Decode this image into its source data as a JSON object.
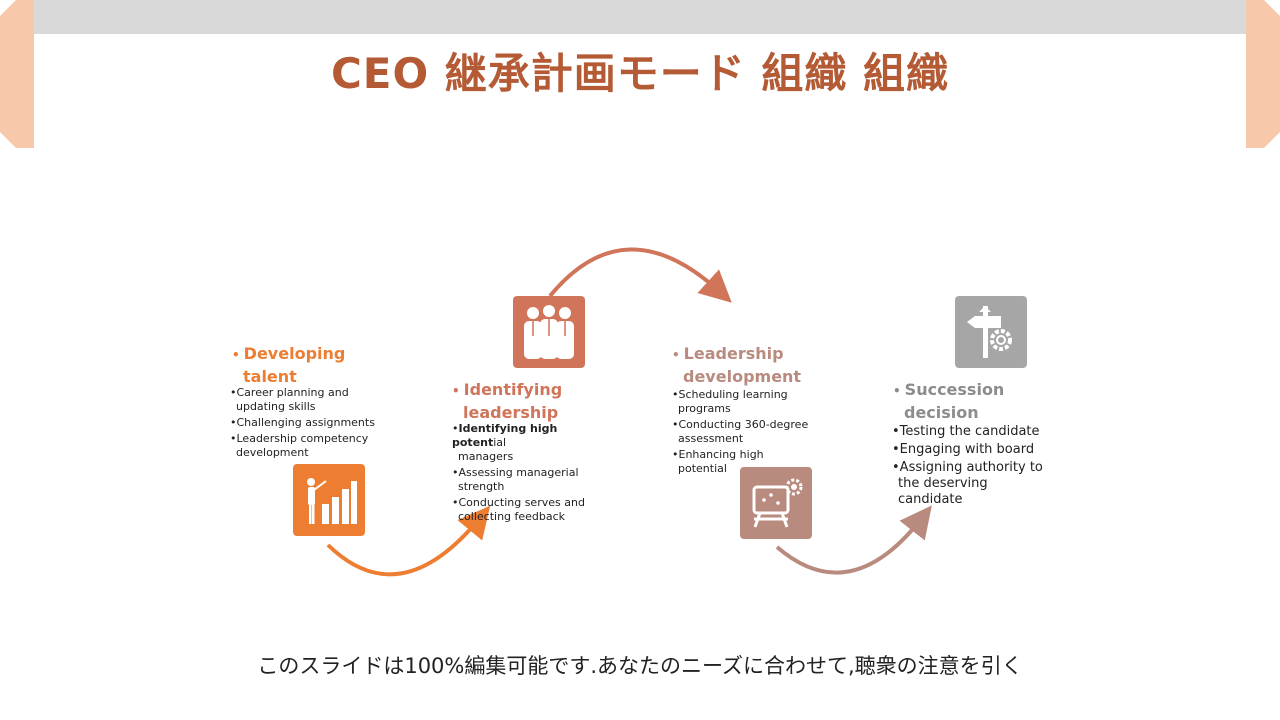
{
  "title": "CEO 継承計画モード 組織 組織",
  "stages": [
    {
      "title_line1": "Developing",
      "title_line2": "talent",
      "bullets": [
        {
          "line1": "Career planning and",
          "line2": "updating skills"
        },
        {
          "line1": "Challenging assignments",
          "line2": ""
        },
        {
          "line1": "Leadership competency",
          "line2": "development"
        }
      ],
      "icon": "presentation-bar-chart-icon",
      "color": "#ed7d31"
    },
    {
      "title_line1": "Identifying",
      "title_line2": "leadership",
      "bullets": [
        {
          "line1_bold": "Identifying high potent",
          "line1": "ial",
          "line2": "managers"
        },
        {
          "line1": "Assessing managerial",
          "line2": "strength"
        },
        {
          "line1": "Conducting serves and",
          "line2": "collecting feedback"
        }
      ],
      "icon": "team-people-icon",
      "color": "#d0745a"
    },
    {
      "title_line1": "Leadership",
      "title_line2": "development",
      "bullets": [
        {
          "line1": "Scheduling learning",
          "line2": "programs"
        },
        {
          "line1": "Conducting 360-degree",
          "line2": "assessment"
        },
        {
          "line1": "Enhancing high",
          "line2": "potential"
        }
      ],
      "icon": "training-board-gear-icon",
      "color": "#b98a7e"
    },
    {
      "title_line1": "Succession",
      "title_line2": "decision",
      "bullets": [
        {
          "line1": "Testing the candidate",
          "line2": ""
        },
        {
          "line1": "Engaging with board",
          "line2": ""
        },
        {
          "line1": "Assigning authority to",
          "line2": "the deserving"
        },
        {
          "line1": "",
          "line2": "candidate"
        }
      ],
      "icon": "decision-signpost-gear-icon",
      "color": "#a6a6a6"
    }
  ],
  "footer": "このスライドは100%編集可能です.あなたのニーズに合わせて,聴衆の注意を引く"
}
